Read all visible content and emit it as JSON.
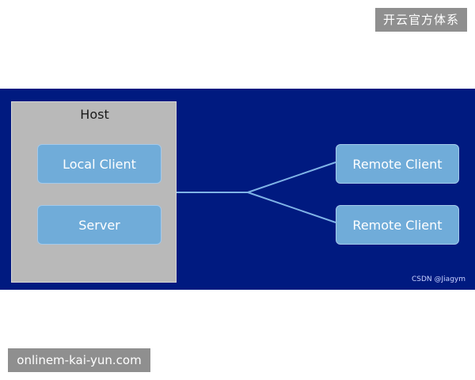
{
  "watermark_top": "开云官方体系",
  "watermark_bottom": "onlinem-kai-yun.com",
  "diagram": {
    "host_label": "Host",
    "local_client_label": "Local Client",
    "server_label": "Server",
    "remote_clients": [
      "Remote Client",
      "Remote Client"
    ],
    "credit": "CSDN @Jiagym"
  },
  "colors": {
    "background": "#001a80",
    "host_fill": "#b9b9b9",
    "node_fill": "#70acd9",
    "connector": "#7fb3e6"
  }
}
